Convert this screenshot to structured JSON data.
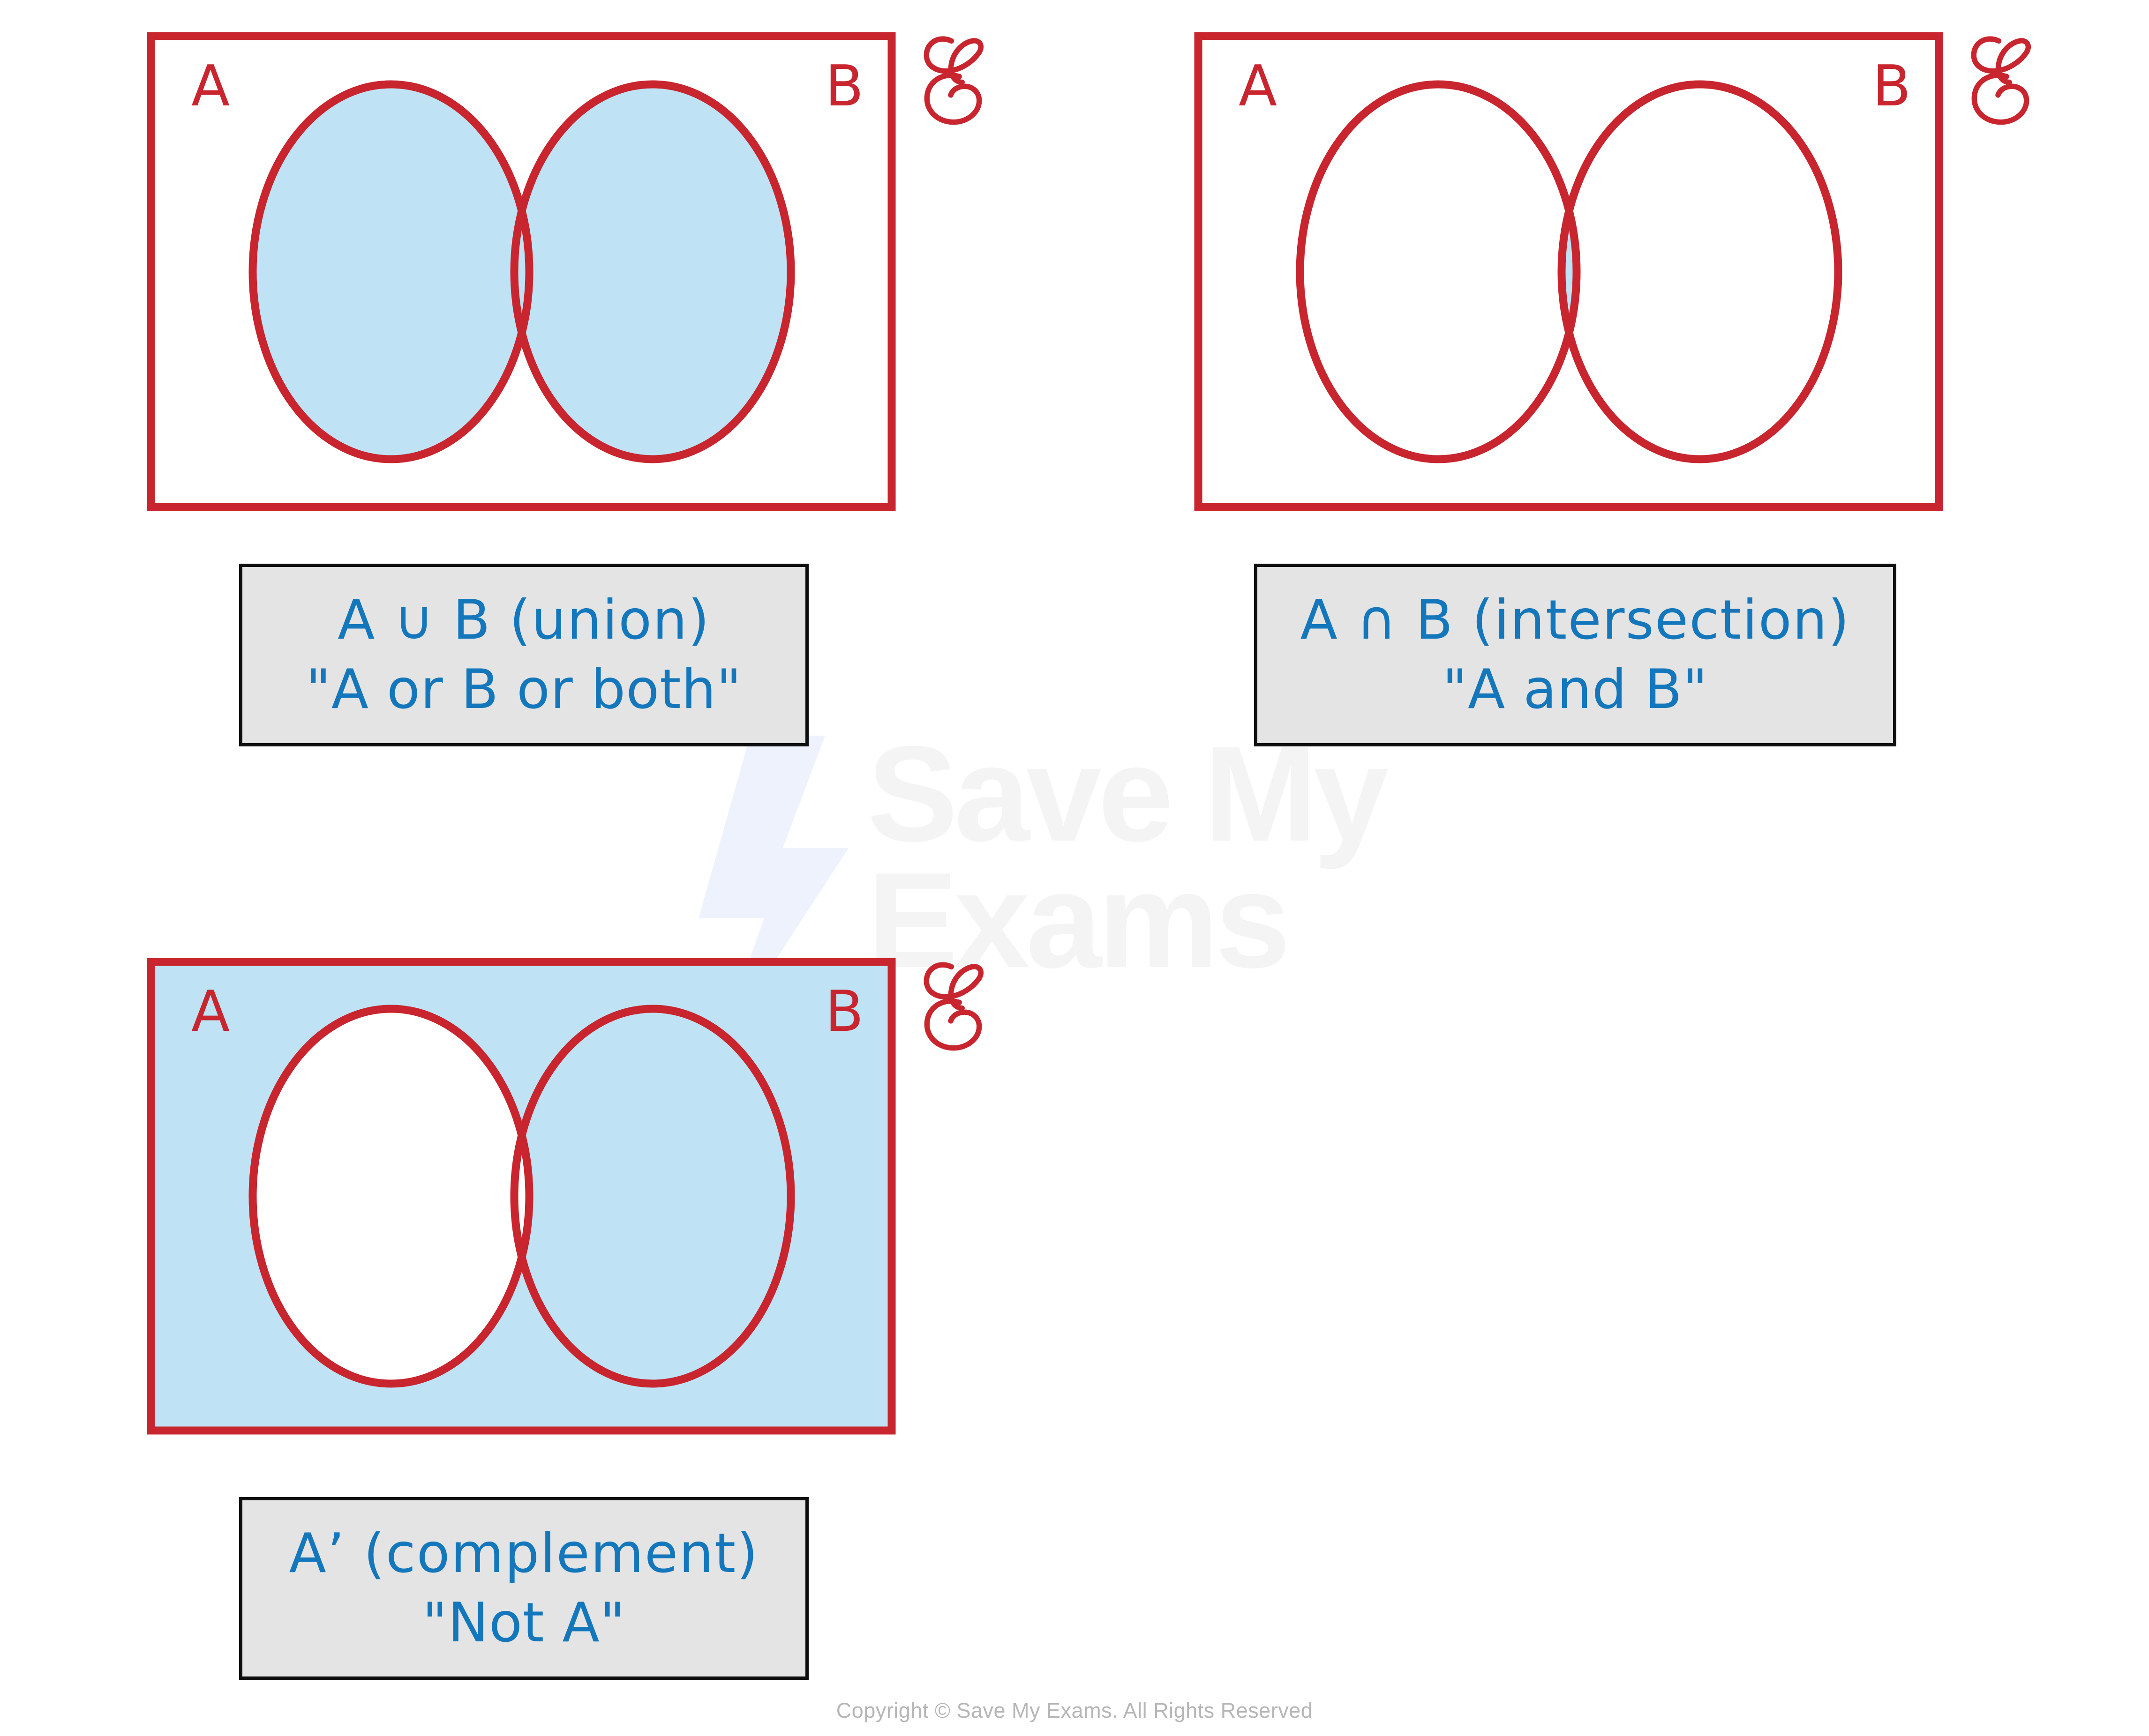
{
  "figure": {
    "title": "Venn diagram set notation",
    "colors": {
      "stroke_red": "#c8252f",
      "shade_blue": "#bfe3f5",
      "label_text_blue": "#1477bc",
      "label_box_fill": "#e4e4e4",
      "label_box_border": "#0e0e0e",
      "background": "#ffffff",
      "footer_text": "#b6b6b6",
      "watermark": "#f4f4f4"
    }
  },
  "diagrams": [
    {
      "id": "union",
      "set_a_label": "A",
      "set_b_label": "B",
      "universal_label": "ℰ",
      "shaded_region": "A union B",
      "shaded_parts": [
        "circle-a",
        "circle-b",
        "overlap"
      ],
      "rect_shaded": false,
      "label": {
        "line1": "A ∪ B (union)",
        "line2": "\"A or B or both\""
      }
    },
    {
      "id": "intersection",
      "set_a_label": "A",
      "set_b_label": "B",
      "universal_label": "ℰ",
      "shaded_region": "A intersection B",
      "shaded_parts": [
        "overlap"
      ],
      "rect_shaded": false,
      "label": {
        "line1": "A ∩ B (intersection)",
        "line2": "\"A and B\""
      }
    },
    {
      "id": "complement",
      "set_a_label": "A",
      "set_b_label": "B",
      "universal_label": "ℰ",
      "shaded_region": "A complement",
      "shaded_parts": [
        "universal-set-minus-circle-a"
      ],
      "rect_shaded": true,
      "label": {
        "line1": "A’ (complement)",
        "line2": "\"Not A\""
      }
    }
  ],
  "watermark": {
    "line1": "Save My",
    "line2": "Exams",
    "logo": "lightning-bolt"
  },
  "footer": {
    "copyright": "Copyright © Save My Exams. All Rights Reserved"
  }
}
